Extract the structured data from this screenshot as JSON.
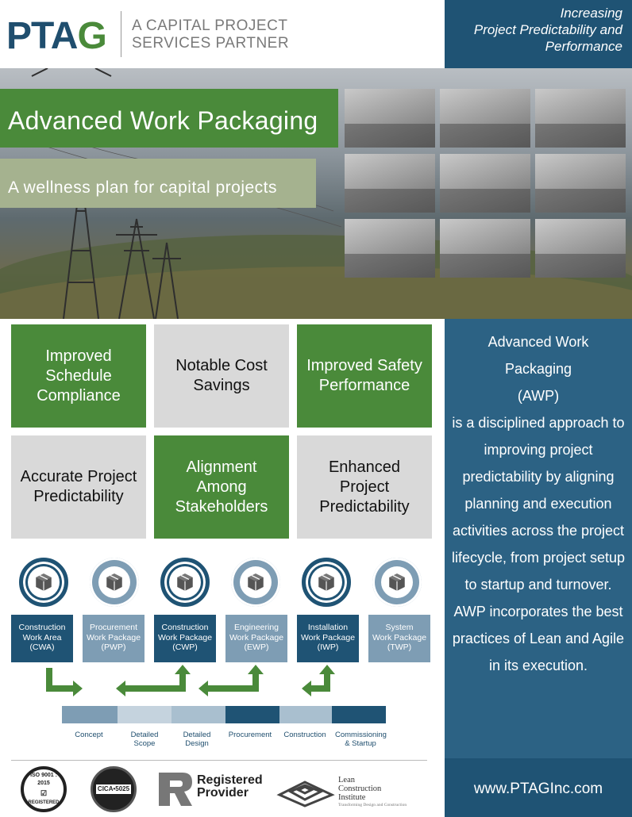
{
  "header": {
    "logo_main": "PTA",
    "logo_accent": "G",
    "tagline_line1": "A CAPITAL PROJECT",
    "tagline_line2": "SERVICES PARTNER",
    "slogan_line1": "Increasing",
    "slogan_line2": "Project  Predictability and",
    "slogan_line3": "Performance"
  },
  "hero": {
    "title": "Advanced Work Packaging",
    "subtitle": "A wellness plan for capital projects"
  },
  "benefits": [
    {
      "label": "Improved Schedule Compliance",
      "style": "green"
    },
    {
      "label": "Notable Cost Savings",
      "style": "gray"
    },
    {
      "label": "Improved Safety Performance",
      "style": "green"
    },
    {
      "label": "Accurate Project Predictability",
      "style": "gray"
    },
    {
      "label": "Alignment Among Stakeholders",
      "style": "green"
    },
    {
      "label": "Enhanced Project Predictability",
      "style": "gray"
    }
  ],
  "packages": [
    {
      "line1": "Construction",
      "line2": "Work Area",
      "abbr": "(CWA)",
      "style": "dark"
    },
    {
      "line1": "Procurement",
      "line2": "Work Package",
      "abbr": "(PWP)",
      "style": "light"
    },
    {
      "line1": "Construction",
      "line2": "Work Package",
      "abbr": "(CWP)",
      "style": "dark"
    },
    {
      "line1": "Engineering",
      "line2": "Work Package",
      "abbr": "(EWP)",
      "style": "light"
    },
    {
      "line1": "Installation",
      "line2": "Work Package",
      "abbr": "(IWP)",
      "style": "dark"
    },
    {
      "line1": "System",
      "line2": "Work Package",
      "abbr": "(TWP)",
      "style": "light"
    }
  ],
  "phases": [
    {
      "label": "Concept",
      "color": "#7e9db4"
    },
    {
      "label": "Detailed Scope",
      "color": "#c5d3de"
    },
    {
      "label": "Detailed Design",
      "color": "#a9bfcf"
    },
    {
      "label": "Procurement",
      "color": "#1f5374"
    },
    {
      "label": "Construction",
      "color": "#a9bfcf"
    },
    {
      "label": "Commissioning & Startup",
      "color": "#1f5374"
    }
  ],
  "side": {
    "head1": "Advanced Work",
    "head2": "Packaging",
    "head3": "(AWP)",
    "body1": "is a disciplined approach to improving project predictability by aligning planning and execution activities across the project lifecycle, from project setup to startup and turnover.",
    "body2": "AWP incorporates the best practices of Lean and Agile in its execution.",
    "website": "www.PTAGInc.com"
  },
  "certs": {
    "iso_line1": "ISO 9001 : 2015",
    "iso_line2": "REGISTERED",
    "cica": "CICA•5025",
    "rp_line1": "Registered",
    "rp_line2": "Provider",
    "lci_line1": "Lean",
    "lci_line2": "Construction",
    "lci_line3": "Institute",
    "lci_tag": "Transforming Design and Construction"
  },
  "colors": {
    "brand_green": "#4a8a3a",
    "brand_blue": "#1f5374",
    "light_blue": "#7e9db4",
    "arrow_green": "#4a8a3a"
  }
}
